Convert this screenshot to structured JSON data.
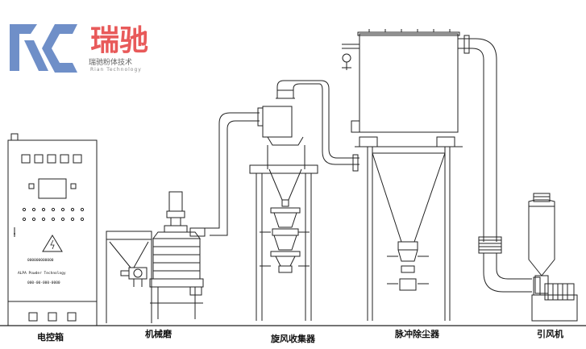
{
  "logo": {
    "name": "瑞驰",
    "subtitle": "瑞驰粉体技术",
    "english": "Rian Technology",
    "brand_color": "#e85a5a",
    "mark_color": "#6f8fc8"
  },
  "panel": {
    "plate_code": "000000000000",
    "company": "ALPA Powder Technology",
    "phone": "000-00-000-0000"
  },
  "captions": {
    "control_cabinet": "电控箱",
    "mill": "机械磨",
    "cyclone": "旋风收集器",
    "pulse_filter": "脉冲除尘器",
    "fan": "引风机"
  },
  "colors": {
    "line": "#222222",
    "fill": "#ffffff"
  }
}
